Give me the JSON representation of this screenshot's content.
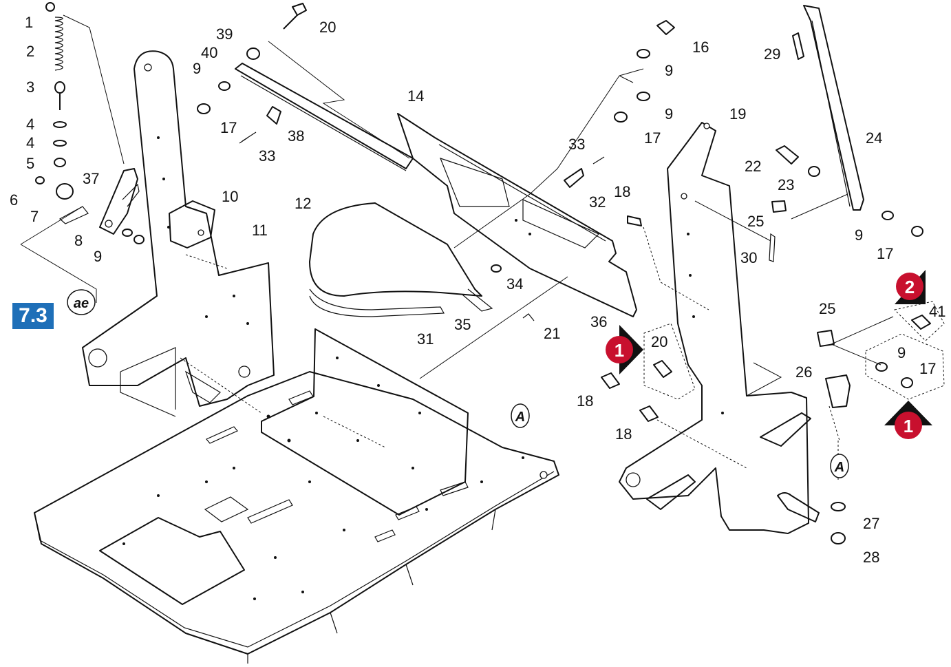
{
  "reference": {
    "section": "7.3",
    "badge": "ae"
  },
  "markers": {
    "marker_a": "A",
    "callout_1": "1",
    "callout_2": "2"
  },
  "labels": [
    "1",
    "2",
    "3",
    "4",
    "4",
    "5",
    "6",
    "7",
    "8",
    "9",
    "10",
    "37",
    "11",
    "12",
    "14",
    "20",
    "39",
    "40",
    "9",
    "17",
    "38",
    "33",
    "31",
    "35",
    "21",
    "34",
    "36",
    "33",
    "32",
    "16",
    "9",
    "9",
    "17",
    "19",
    "29",
    "24",
    "22",
    "23",
    "25",
    "18",
    "30",
    "9",
    "17",
    "25",
    "41",
    "2",
    "20",
    "1",
    "9",
    "17",
    "26",
    "18",
    "18",
    "1",
    "27",
    "28"
  ],
  "colors": {
    "ref_box": "#1e6fb8",
    "callout": "#c8102e",
    "line": "#111111"
  }
}
